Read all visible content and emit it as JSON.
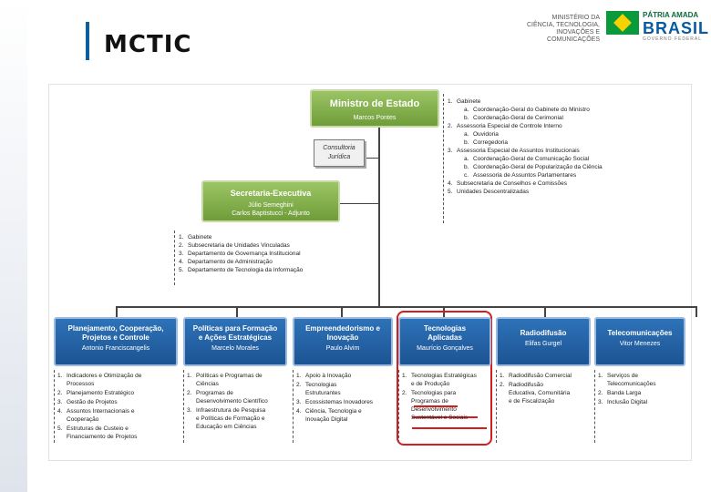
{
  "header": {
    "title": "MCTIC",
    "ministry_logo": [
      "MINISTÉRIO DA",
      "CIÊNCIA, TECNOLOGIA,",
      "INOVAÇÕES E COMUNICAÇÕES"
    ],
    "brasil_logo": {
      "line1": "PÁTRIA AMADA",
      "line2": "BRASIL",
      "line3": "GOVERNO FEDERAL"
    }
  },
  "minister": {
    "title": "Ministro de Estado",
    "name": "Marcos Pontes"
  },
  "consultoria": [
    "Consultoria",
    "Jurídica"
  ],
  "minister_list": [
    {
      "n": "1.",
      "t": "Gabinete",
      "sub": false
    },
    {
      "n": "a.",
      "t": "Coordenação-Geral do Gabinete do Ministro",
      "sub": true
    },
    {
      "n": "b.",
      "t": "Coordenação-Geral de Cerimonial",
      "sub": true
    },
    {
      "n": "2.",
      "t": "Assessoria Especial de Controle Interno",
      "sub": false
    },
    {
      "n": "a.",
      "t": "Ouvidoria",
      "sub": true
    },
    {
      "n": "b.",
      "t": "Corregedoria",
      "sub": true
    },
    {
      "n": "3.",
      "t": "Assessoria Especial de Assuntos Institucionais",
      "sub": false
    },
    {
      "n": "a.",
      "t": "Coordenação-Geral de Comunicação Social",
      "sub": true
    },
    {
      "n": "b.",
      "t": "Coordenação-Geral de Popularização da Ciência",
      "sub": true
    },
    {
      "n": "c.",
      "t": "Assessoria de Assuntos Parlamentares",
      "sub": true
    },
    {
      "n": "4.",
      "t": "Subsecretaria de Conselhos e Comissões",
      "sub": false
    },
    {
      "n": "5.",
      "t": "Unidades Descentralizadas",
      "sub": false
    }
  ],
  "secretaria": {
    "title": "Secretaria-Executiva",
    "names": [
      "Júlio Semeghini",
      "Carlos Baptistucci - Adjunto"
    ]
  },
  "secretaria_list": [
    {
      "n": "1.",
      "t": "Gabinete"
    },
    {
      "n": "2.",
      "t": "Subsecretaria de Unidades Vinculadas"
    },
    {
      "n": "3.",
      "t": "Departamento de Governança Institucional"
    },
    {
      "n": "4.",
      "t": "Departamento de Administração"
    },
    {
      "n": "5.",
      "t": "Departamento de Tecnologia da Informação"
    }
  ],
  "secretariats": [
    {
      "title": [
        "Planejamento, Cooperação,",
        "Projetos e Controle"
      ],
      "name": "Antonio Franciscangelis",
      "items": [
        {
          "n": "1.",
          "t": [
            "Indicadores e Otimização de",
            "Processos"
          ]
        },
        {
          "n": "2.",
          "t": [
            "Planejamento Estratégico"
          ]
        },
        {
          "n": "3.",
          "t": [
            "Gestão de Projetos"
          ]
        },
        {
          "n": "4.",
          "t": [
            "Assuntos Internacionais e",
            "Cooperação"
          ]
        },
        {
          "n": "5.",
          "t": [
            "Estruturas de Custeio e",
            "Financiamento de Projetos"
          ]
        }
      ]
    },
    {
      "title": [
        "Políticas para Formação",
        "e Ações Estratégicas"
      ],
      "name": "Marcelo Morales",
      "items": [
        {
          "n": "1.",
          "t": [
            "Políticas e Programas de",
            "Ciências"
          ]
        },
        {
          "n": "2.",
          "t": [
            "Programas de",
            "Desenvolvimento Científico"
          ]
        },
        {
          "n": "3.",
          "t": [
            "Infraestrutura de Pesquisa",
            "e Políticas de Formação e",
            "Educação em Ciências"
          ]
        }
      ]
    },
    {
      "title": [
        "Empreendedorismo e",
        "Inovação"
      ],
      "name": "Paulo Alvim",
      "items": [
        {
          "n": "1.",
          "t": [
            "Apoio à Inovação"
          ]
        },
        {
          "n": "2.",
          "t": [
            "Tecnologias",
            "Estruturantes"
          ]
        },
        {
          "n": "3.",
          "t": [
            "Ecossistemas Inovadores"
          ]
        },
        {
          "n": "4.",
          "t": [
            "Ciência, Tecnologia e",
            "Inovação Digital"
          ]
        }
      ]
    },
    {
      "title": [
        "Tecnologias",
        "Aplicadas"
      ],
      "name": "Maurício Gonçalves",
      "items": [
        {
          "n": "1.",
          "t": [
            "Tecnologias Estratégicas",
            "e de Produção"
          ]
        },
        {
          "n": "2.",
          "t": [
            "Tecnologias para",
            "Programas de",
            "Desenvolvimento",
            "Sustentável e Sociais"
          ]
        }
      ]
    },
    {
      "title": [
        "Radiodifusão"
      ],
      "name": "Elifas Gurgel",
      "items": [
        {
          "n": "1.",
          "t": [
            "Radiodifusão Comercial"
          ]
        },
        {
          "n": "2.",
          "t": [
            "Radiodifusão",
            "Educativa, Comunitária",
            "e de Fiscalização"
          ]
        }
      ]
    },
    {
      "title": [
        "Telecomunicações"
      ],
      "name": "Vitor Menezes",
      "items": [
        {
          "n": "1.",
          "t": [
            "Serviços de",
            "Telecomunicações"
          ]
        },
        {
          "n": "2.",
          "t": [
            "Banda Larga"
          ]
        },
        {
          "n": "3.",
          "t": [
            "Inclusão Digital"
          ]
        }
      ]
    }
  ],
  "colors": {
    "green": "#6f9d3a",
    "blue": "#1c5493",
    "highlight": "#d41d1d",
    "accent": "#0e5f9b"
  }
}
